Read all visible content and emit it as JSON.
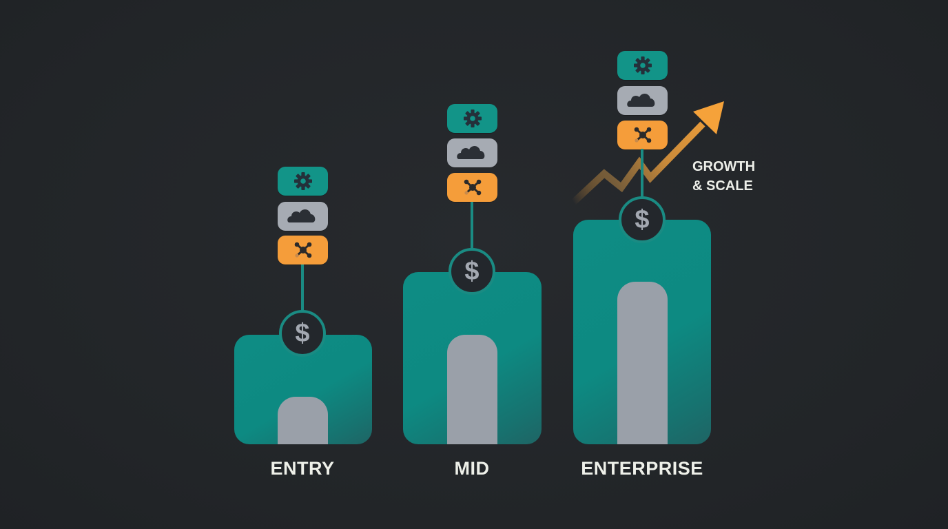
{
  "diagram": {
    "colors": {
      "background": "#24272b",
      "card_teal": "#0e8c84",
      "pill_gray": "#9aa0a9",
      "gear_tile": "#129488",
      "cloud_tile": "#a6abb3",
      "network_tile": "#f59d3a",
      "arrow_orange": "#f5a23a",
      "label_text": "#eef0e9"
    },
    "tiers": [
      {
        "label": "ENTRY",
        "coin_symbol": "$",
        "icons": [
          "gear-icon",
          "cloud-icon",
          "network-icon"
        ]
      },
      {
        "label": "MID",
        "coin_symbol": "$",
        "icons": [
          "gear-icon",
          "cloud-icon",
          "network-icon"
        ]
      },
      {
        "label": "ENTERPRISE",
        "coin_symbol": "$",
        "icons": [
          "gear-icon",
          "cloud-icon",
          "network-icon"
        ]
      }
    ],
    "growth": {
      "line1": "GROWTH",
      "line2": "& SCALE",
      "icon": "trend-up-arrow-icon"
    }
  }
}
